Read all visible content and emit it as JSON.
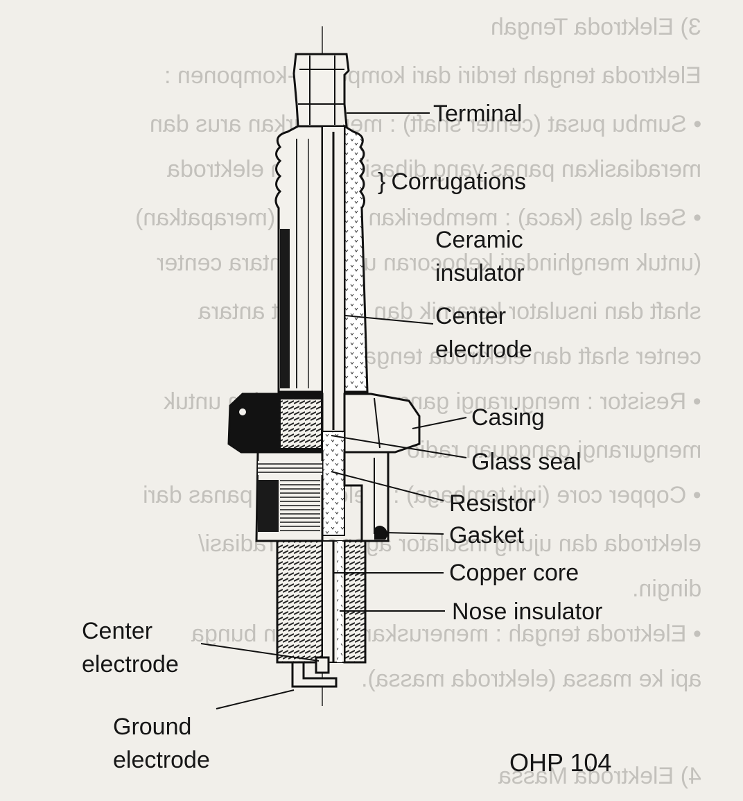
{
  "labels": {
    "terminal": "Terminal",
    "corrugations": "Corrugations",
    "ceramic_insulator": [
      "Ceramic",
      "insulator"
    ],
    "center_electrode_upper": [
      "Center",
      "electrode"
    ],
    "casing": "Casing",
    "glass_seal": "Glass seal",
    "resistor": "Resistor",
    "gasket": "Gasket",
    "copper_core": "Copper core",
    "nose_insulator": "Nose insulator",
    "center_electrode_lower": [
      "Center",
      "electrode"
    ],
    "ground_electrode": [
      "Ground",
      "electrode"
    ]
  },
  "figure_id": "OHP 104",
  "bleed_through_text": [
    "3)   Elektroda Tengah",
    "Elektroda tengah terdiri dari komponen-komponen :",
    "•  Sumbu pusat (center shaft) : menyalurkan arus dan",
    "   meradiasikan panas yang dihasilkan oleh elektroda",
    "•  Seal glas (kaca) : memberikan rapatan (merapatkan)",
    "   (untuk menghindari kebocoran udara), antara center",
    "   shaft dan insulator keramik dan mengikat antara",
    "   center shaft dan elektroda tengah.",
    "•  Resistor : mengurangi gangguan pengapian untuk",
    "   mengurangi gangguan radio",
    "•  Copper core (inti tembaga) : melepaskan panas dari",
    "   elektroda dan ujung insulator agar cepat radiasi/",
    "   dingin.",
    "•  Elektroda tengah : meneruskan loncatan bunga",
    "   api ke massa (elektroda massa).",
    "4)   Elektroda Massa"
  ]
}
